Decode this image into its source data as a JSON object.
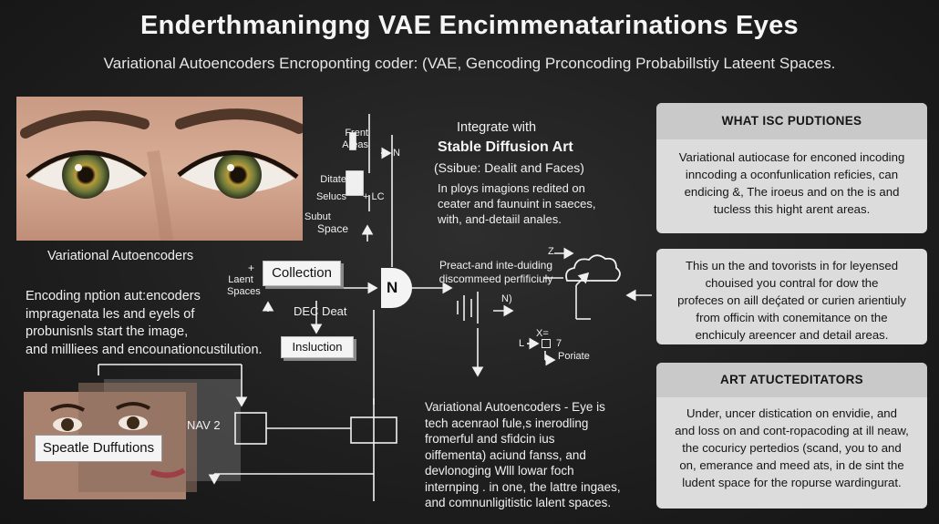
{
  "header": {
    "title": "Enderthmaningng VAE Encimmenatarinations Eyes",
    "subtitle": "Variational Autoencoders Encroponting coder: (VAE, Gencoding Prconcoding Probabillstiy Lateent Spaces."
  },
  "left": {
    "photo_caption": "Variational Autoencoders",
    "description": [
      "Encoding  nption aut:encoders",
      "impragenata les and eyels of",
      "probunisnls start the image,",
      "and millliees and encounationcustilution."
    ],
    "collage_label": "Speatle Duffutions",
    "nav_label": "NAV 2"
  },
  "flow": {
    "frent_areas": [
      "Frent",
      "Areas"
    ],
    "n_label": "N",
    "ditate_selucs": [
      "Ditate",
      "Selucs"
    ],
    "lc_label": "LC",
    "subut_space": [
      "Subut",
      "Space"
    ],
    "laent_spaces": [
      "Laent",
      "Spaces"
    ],
    "collection": "Collection",
    "dec_deat": "DEC  Deat",
    "insluction": "Insluction",
    "node_n": "N"
  },
  "center": {
    "integrate_intro": "Integrate with",
    "integrate_title": "Stable Diffusion Art",
    "integrate_sub": "(Ssibue: Dealit and Faces)",
    "integrate_body": [
      "In ploys imagions redited on",
      "ceater and faunuint in saeces,",
      "with, and-detaiil anales."
    ],
    "preact": [
      "Preact-and inte-duiding",
      "discommeed perfificiuly"
    ],
    "z_label": "Z",
    "n2_label": "N)",
    "small_diag": [
      "X=",
      "L",
      "7",
      "Poriate"
    ],
    "bottom_text": [
      "Variational Autoencoders - Eye is",
      "tech acenraol fule,s inerodling",
      "fromerful and sfidcin ius",
      "oiffementa) aciund fanss, and",
      "devlonoging Wlll lowar foch",
      "internping . in one, the lattre ingaes,",
      "and comnunligitistic lalent spaces."
    ]
  },
  "panels": [
    {
      "heading": "WHAT ISC PUDTIONES",
      "lines": [
        "Variational autiocase for enconed incoding",
        "inncoding a oconfunlication reficies, can",
        "endicing &, The iroeus and on the is and",
        "tucless this hight arent areas."
      ]
    },
    {
      "heading": "",
      "lines": [
        "This un the and tovorists in for leyensed",
        "chouised you contral for dow the",
        "profeces on aill deḉated or curien arientiuly",
        "from officin with conemitance on the",
        "enchiculy areencer and detail  areas."
      ]
    },
    {
      "heading": "ART ATUCTEDITATORS",
      "lines": [
        "Under, uncer  distication on envidie, and",
        "and loss on and cont-ropacoding at ill neaw,",
        "the cocuricy pertedios (scand,  you to and",
        "on, emerance and meed ats, in de sint the",
        "ludent space for the ropurse wardingurat."
      ]
    }
  ],
  "colors": {
    "background": "#1f1f1f",
    "panel": "#dcdcdc",
    "panel_head": "#c9c9c9",
    "box": "#f4f4f4"
  }
}
